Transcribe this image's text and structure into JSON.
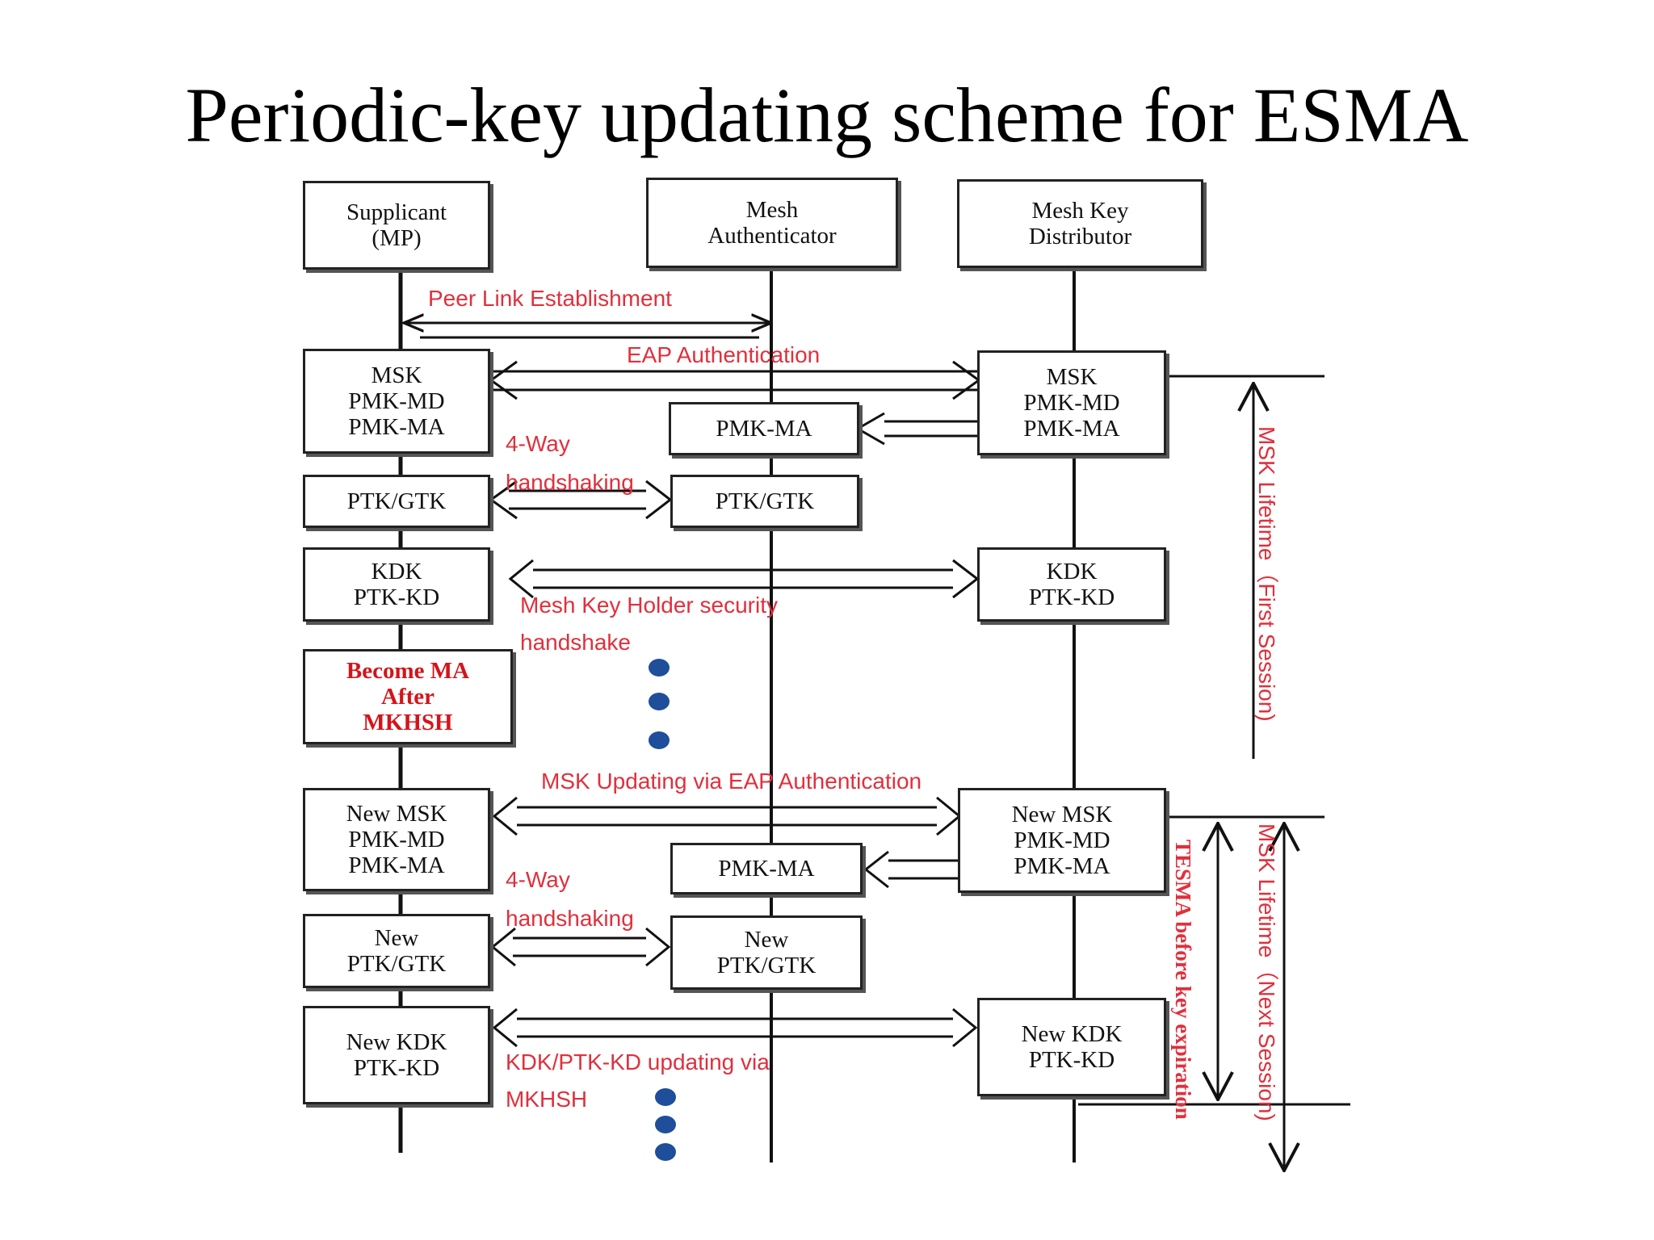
{
  "title": "Periodic-key updating scheme for ESMA",
  "entities": {
    "supplicant": [
      "Supplicant",
      "(MP)"
    ],
    "mesh_authenticator": [
      "Mesh",
      "Authenticator"
    ],
    "mesh_key_distributor": [
      "Mesh Key",
      "Distributor"
    ]
  },
  "boxes": {
    "sup_keys_1": [
      "MSK",
      "PMK-MD",
      "PMK-MA"
    ],
    "sup_ptk_1": [
      "PTK/GTK"
    ],
    "sup_kdk_1": [
      "KDK",
      "PTK-KD"
    ],
    "sup_become_ma": [
      "Become MA",
      "After",
      "MKHSH"
    ],
    "sup_keys_2": [
      "New MSK",
      "PMK-MD",
      "PMK-MA"
    ],
    "sup_ptk_2": [
      "New",
      "PTK/GTK"
    ],
    "sup_kdk_2": [
      "New KDK",
      "PTK-KD"
    ],
    "ma_pmk_1": [
      "PMK-MA"
    ],
    "ma_ptk_1": [
      "PTK/GTK"
    ],
    "ma_pmk_2": [
      "PMK-MA"
    ],
    "ma_ptk_2": [
      "New",
      "PTK/GTK"
    ],
    "mkd_keys_1": [
      "MSK",
      "PMK-MD",
      "PMK-MA"
    ],
    "mkd_kdk_1": [
      "KDK",
      "PTK-KD"
    ],
    "mkd_keys_2": [
      "New MSK",
      "PMK-MD",
      "PMK-MA"
    ],
    "mkd_kdk_2": [
      "New KDK",
      "PTK-KD"
    ]
  },
  "labels": {
    "peer_link": "Peer Link Establishment",
    "eap_auth": "EAP Authentication",
    "four_way_1": "4-Way",
    "handshaking_1": "handshaking",
    "mkh_security": "Mesh Key Holder security",
    "handshake": "handshake",
    "msk_updating": "MSK Updating via EAP Authentication",
    "four_way_2": "4-Way",
    "handshaking_2": "handshaking",
    "kdk_updating": "KDK/PTK-KD updating via",
    "mkhsh": "MKHSH",
    "msk_lifetime_first": "MSK Lifetime（First Session)",
    "msk_lifetime_next": "MSK Lifetime（Next Session)",
    "tesma": "TESMA before key expiration"
  },
  "colors": {
    "label_red": "#e0303c",
    "dot_blue": "#1f4e9a",
    "line": "#111111"
  }
}
